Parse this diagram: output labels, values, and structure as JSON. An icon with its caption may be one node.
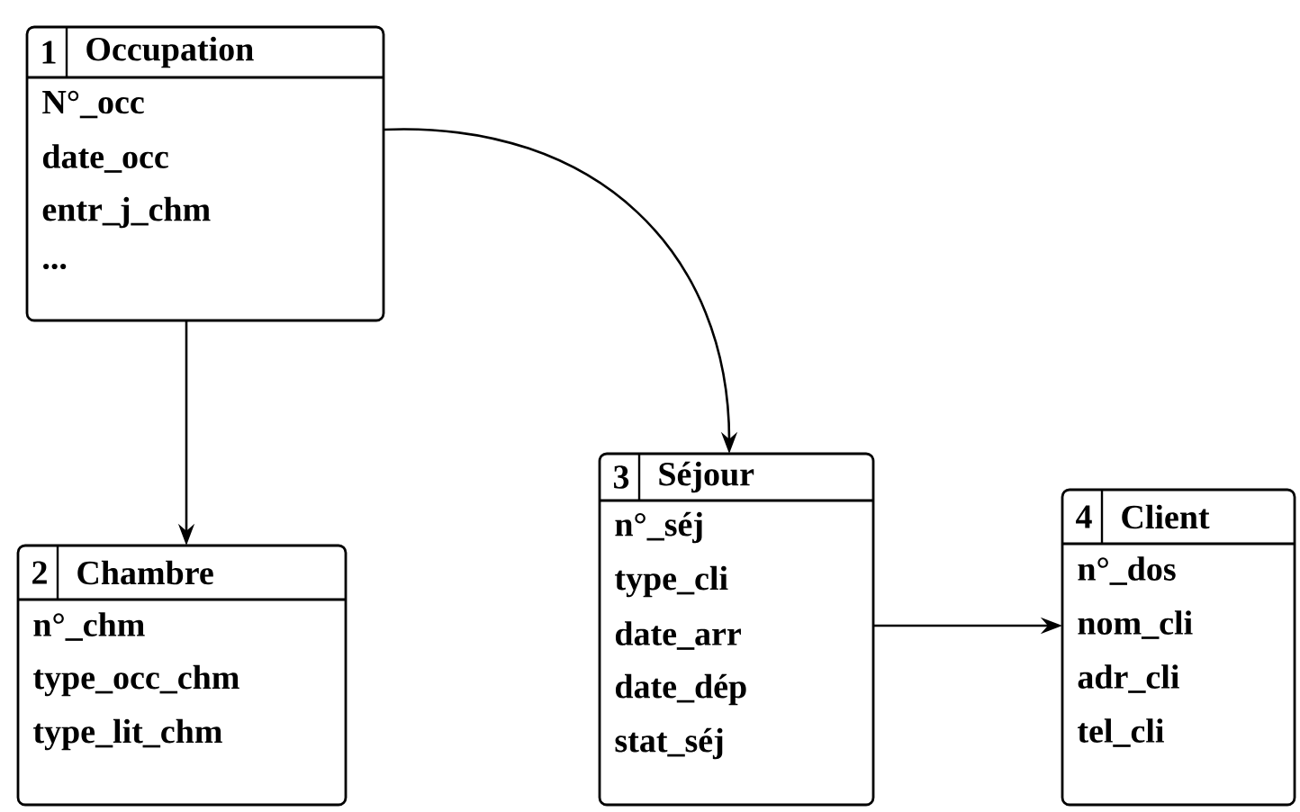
{
  "diagram": {
    "nodes": [
      {
        "text": [
          "1",
          "Occupation",
          "N°_occ",
          "date_occ",
          "entr_j_chm",
          "..."
        ]
      },
      {
        "text": [
          "2",
          "Chambre",
          "n°_chm",
          "type_occ_chm",
          "type_lit_chm"
        ]
      },
      {
        "text": [
          "3",
          "Séjour",
          "n°_séj",
          "type_cli",
          "date_arr",
          "date_dép",
          "stat_séj"
        ]
      },
      {
        "text": [
          "4",
          "Client",
          "n°_dos",
          "nom_cli",
          "adr_cli",
          "tel_cli"
        ]
      }
    ],
    "edges": [
      {
        "from": 0,
        "to": 1,
        "arrow": "to"
      },
      {
        "from": 0,
        "to": 2,
        "arrow": "to"
      },
      {
        "from": 2,
        "to": 3,
        "arrow": "to"
      }
    ]
  }
}
